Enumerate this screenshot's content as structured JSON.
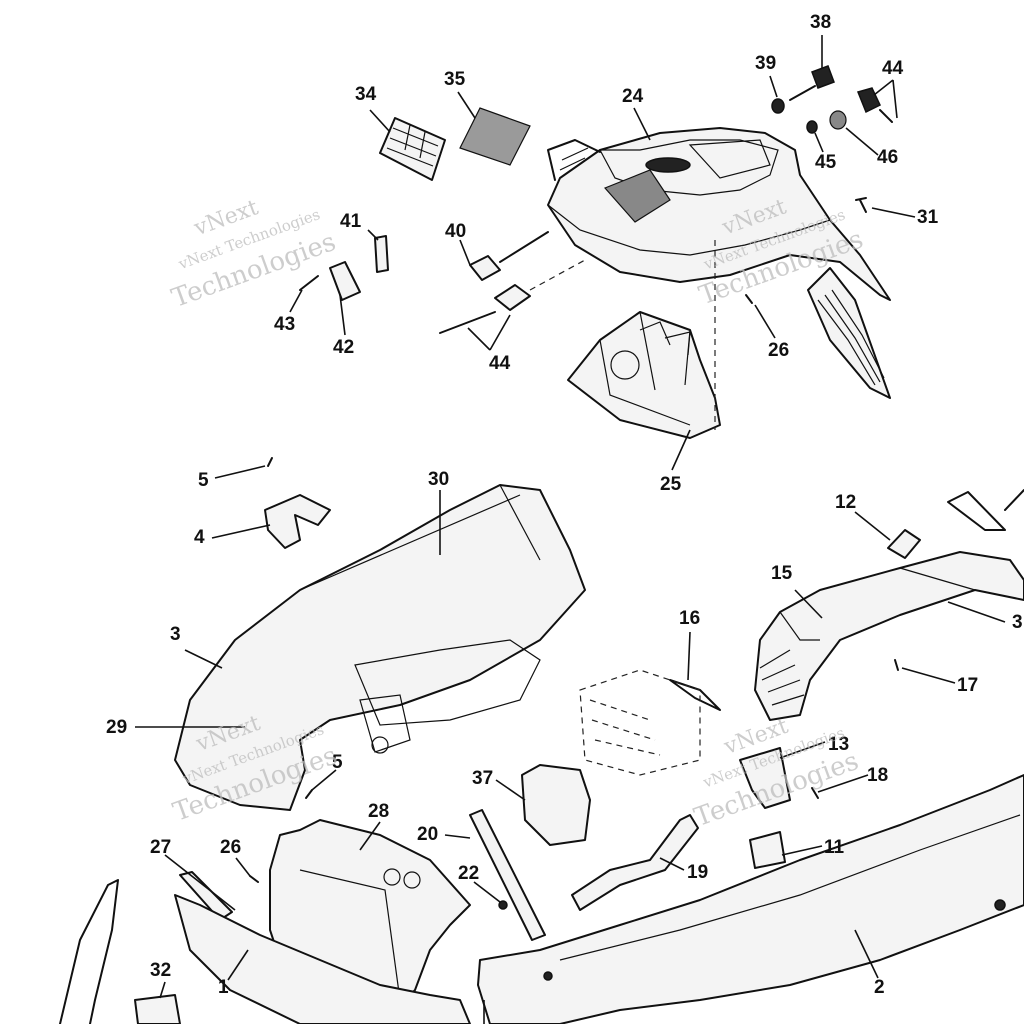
{
  "diagram": {
    "callouts": [
      {
        "id": "c38",
        "text": "38"
      },
      {
        "id": "c39",
        "text": "39"
      },
      {
        "id": "c44a",
        "text": "44"
      },
      {
        "id": "c34",
        "text": "34"
      },
      {
        "id": "c35",
        "text": "35"
      },
      {
        "id": "c24",
        "text": "24"
      },
      {
        "id": "c45",
        "text": "45"
      },
      {
        "id": "c46",
        "text": "46"
      },
      {
        "id": "c31",
        "text": "31"
      },
      {
        "id": "c41",
        "text": "41"
      },
      {
        "id": "c40",
        "text": "40"
      },
      {
        "id": "c43",
        "text": "43"
      },
      {
        "id": "c42",
        "text": "42"
      },
      {
        "id": "c44b",
        "text": "44"
      },
      {
        "id": "c26a",
        "text": "26"
      },
      {
        "id": "c25",
        "text": "25"
      },
      {
        "id": "c5a",
        "text": "5"
      },
      {
        "id": "c30",
        "text": "30"
      },
      {
        "id": "c4",
        "text": "4"
      },
      {
        "id": "c12",
        "text": "12"
      },
      {
        "id": "c15",
        "text": "15"
      },
      {
        "id": "c3a",
        "text": "3"
      },
      {
        "id": "c3b",
        "text": "3"
      },
      {
        "id": "c16",
        "text": "16"
      },
      {
        "id": "c17",
        "text": "17"
      },
      {
        "id": "c29",
        "text": "29"
      },
      {
        "id": "c5b",
        "text": "5"
      },
      {
        "id": "c13",
        "text": "13"
      },
      {
        "id": "c18",
        "text": "18"
      },
      {
        "id": "c37",
        "text": "37"
      },
      {
        "id": "c28",
        "text": "28"
      },
      {
        "id": "c27",
        "text": "27"
      },
      {
        "id": "c26b",
        "text": "26"
      },
      {
        "id": "c20",
        "text": "20"
      },
      {
        "id": "c11",
        "text": "11"
      },
      {
        "id": "c22",
        "text": "22"
      },
      {
        "id": "c19",
        "text": "19"
      },
      {
        "id": "c1",
        "text": "1"
      },
      {
        "id": "c2",
        "text": "2"
      },
      {
        "id": "c32",
        "text": "32"
      }
    ]
  },
  "watermark": {
    "line1": "vNext",
    "line2": "vNext Technologies",
    "line3": "Technologies"
  }
}
